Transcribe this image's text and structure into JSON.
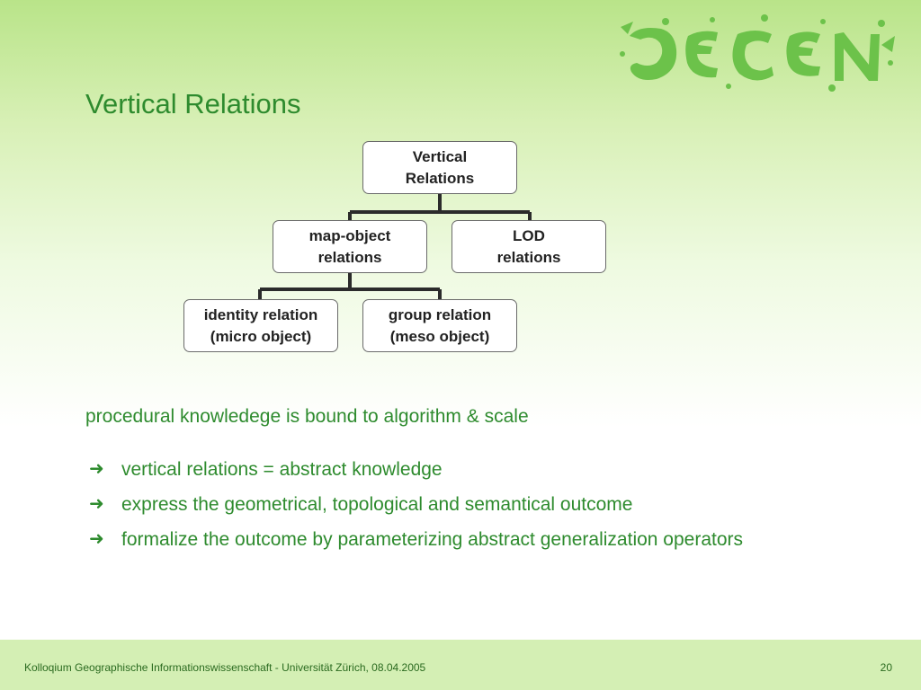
{
  "slide": {
    "title": "Vertical Relations",
    "statement": "procedural knowledege is bound to algorithm & scale",
    "bullets": [
      "vertical relations  =  abstract knowledge",
      "express the geometrical, topological and semantical outcome",
      "formalize the outcome by parameterizing abstract generalization operators"
    ],
    "bullet_icon": "right-arrow-icon"
  },
  "tree": {
    "root": [
      "Vertical",
      "Relations"
    ],
    "map_object": [
      "map-object",
      "relations"
    ],
    "lod": [
      "LOD",
      "relations"
    ],
    "identity": [
      "identity relation",
      "(micro object)"
    ],
    "group": [
      "group relation",
      "(meso object)"
    ]
  },
  "footer": {
    "text": "Kolloqium Geographische Informationswissenschaft - Universität Zürich, 08.04.2005",
    "page_number": "20"
  },
  "colors": {
    "accent": "#2e8b2e",
    "footer_bg": "#d4efb4"
  }
}
